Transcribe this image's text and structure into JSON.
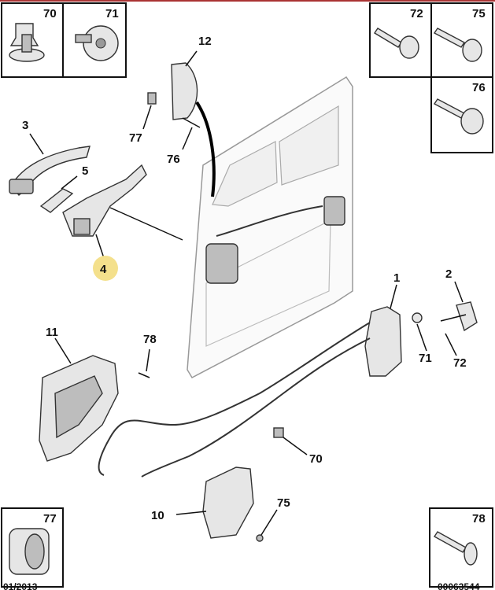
{
  "colors": {
    "highlight": "#f4e08c",
    "ink": "#111111",
    "part_fill": "#e6e6e6"
  },
  "inset_boxes": {
    "top_left_a": "70",
    "top_left_b": "71",
    "top_right_a": "72",
    "top_right_b": "75",
    "top_right_c": "76",
    "bottom_left": "77",
    "bottom_right": "78"
  },
  "callouts": {
    "handle_cover_12": "12",
    "screw_77": "77",
    "screw_76": "76",
    "handle_3": "3",
    "gasket_5": "5",
    "bracket_4": "4",
    "lock_1": "1",
    "striker_2": "2",
    "clip_71": "71",
    "screw_72": "72",
    "panel_11": "11",
    "rivet_78": "78",
    "clip_70": "70",
    "lock_10": "10",
    "screw_75": "75"
  },
  "footer": {
    "left": "01/2013",
    "right": "00063544"
  }
}
